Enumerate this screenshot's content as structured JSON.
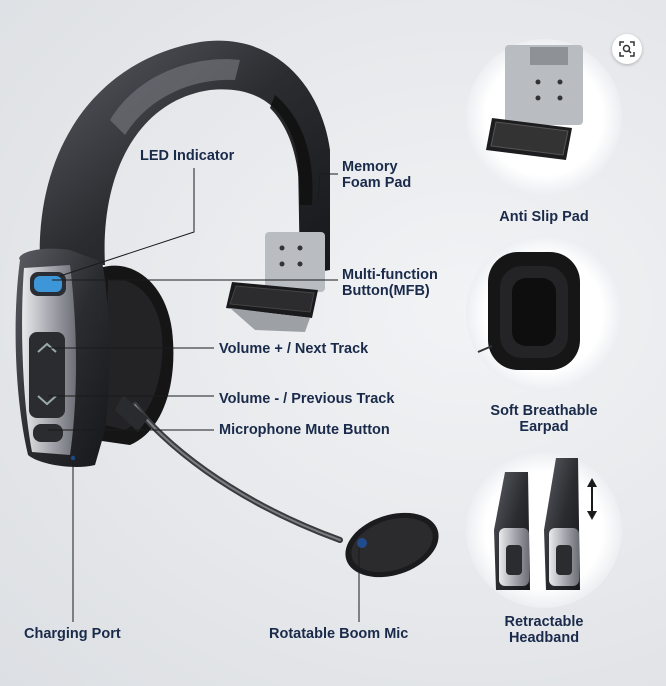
{
  "labels": {
    "led_indicator": "LED Indicator",
    "memory_foam_pad": "Memory\nFoam Pad",
    "multi_function": "Multi-function\nButton(MFB)",
    "volume_up": "Volume + / Next Track",
    "volume_down": "Volume - / Previous Track",
    "mic_mute": "Microphone Mute Button",
    "charging_port": "Charging Port",
    "boom_mic": "Rotatable Boom Mic",
    "anti_slip_pad": "Anti Slip Pad",
    "soft_earpad": "Soft Breathable\nEarpad",
    "retractable_headband": "Retractable\nHeadband"
  },
  "icons": {
    "visual_search": "visual-search-lens-icon"
  },
  "colors": {
    "label_text": "#1a2a4a",
    "led_blue": "#3fa9f5"
  }
}
